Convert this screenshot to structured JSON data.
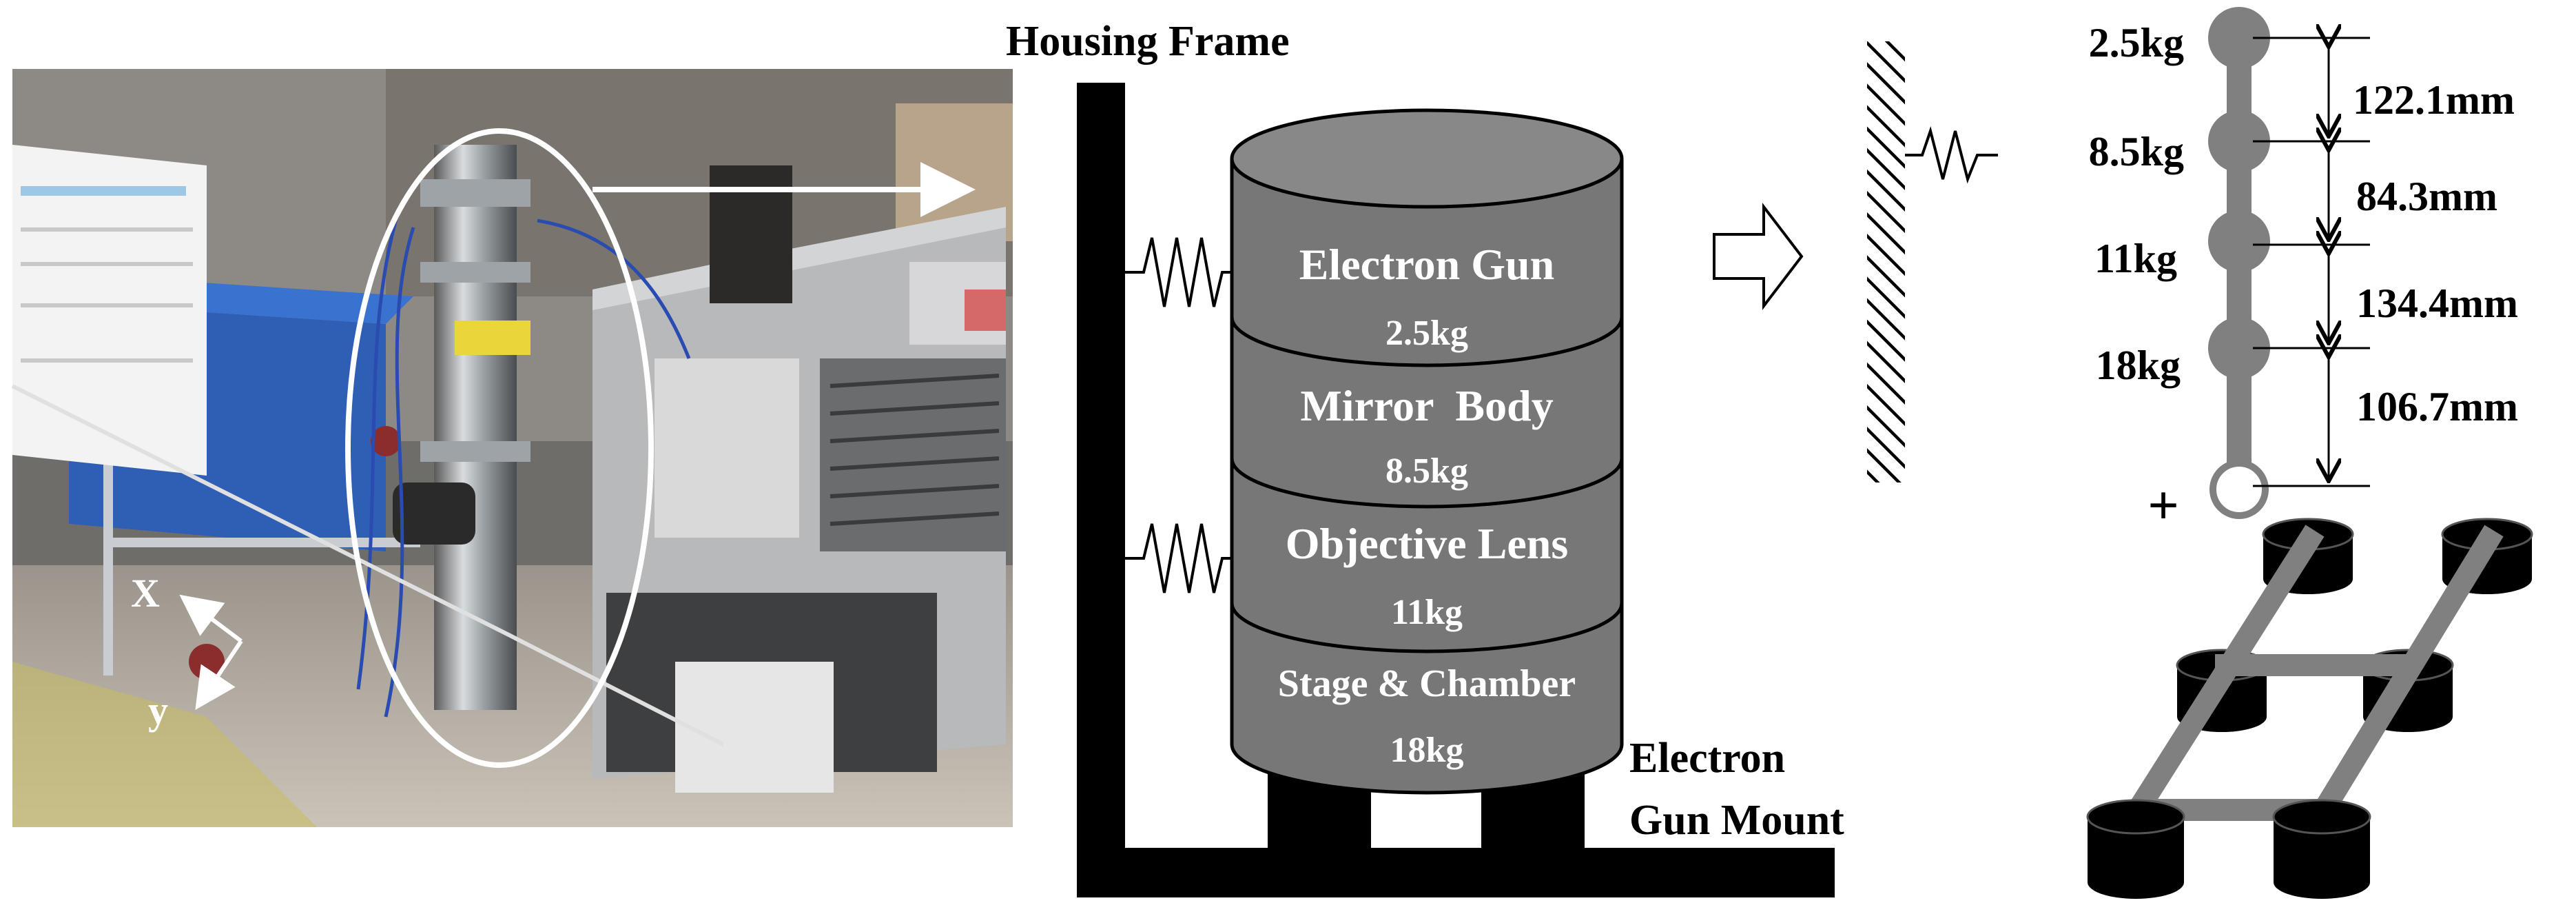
{
  "photo": {
    "axis_x": "X",
    "axis_y": "y"
  },
  "schematic": {
    "housing_frame": "Housing Frame",
    "mount_line1": "Electron",
    "mount_line2": "Gun Mount",
    "components": [
      {
        "name": "Electron Gun",
        "mass": "2.5kg"
      },
      {
        "name": "Mirror  Body",
        "mass": "8.5kg"
      },
      {
        "name": "Objective Lens",
        "mass": "11kg"
      },
      {
        "name": "Stage & Chamber",
        "mass": "18kg"
      }
    ]
  },
  "model": {
    "masses": [
      "2.5kg",
      "8.5kg",
      "11kg",
      "18kg"
    ],
    "distances": [
      "122.1mm",
      "84.3mm",
      "134.4mm",
      "106.7mm"
    ],
    "plus": "+"
  },
  "colors": {
    "cylinder_fill": "#777777",
    "model_node": "#808080",
    "frame": "#000000",
    "highlight": "#ffffff"
  }
}
